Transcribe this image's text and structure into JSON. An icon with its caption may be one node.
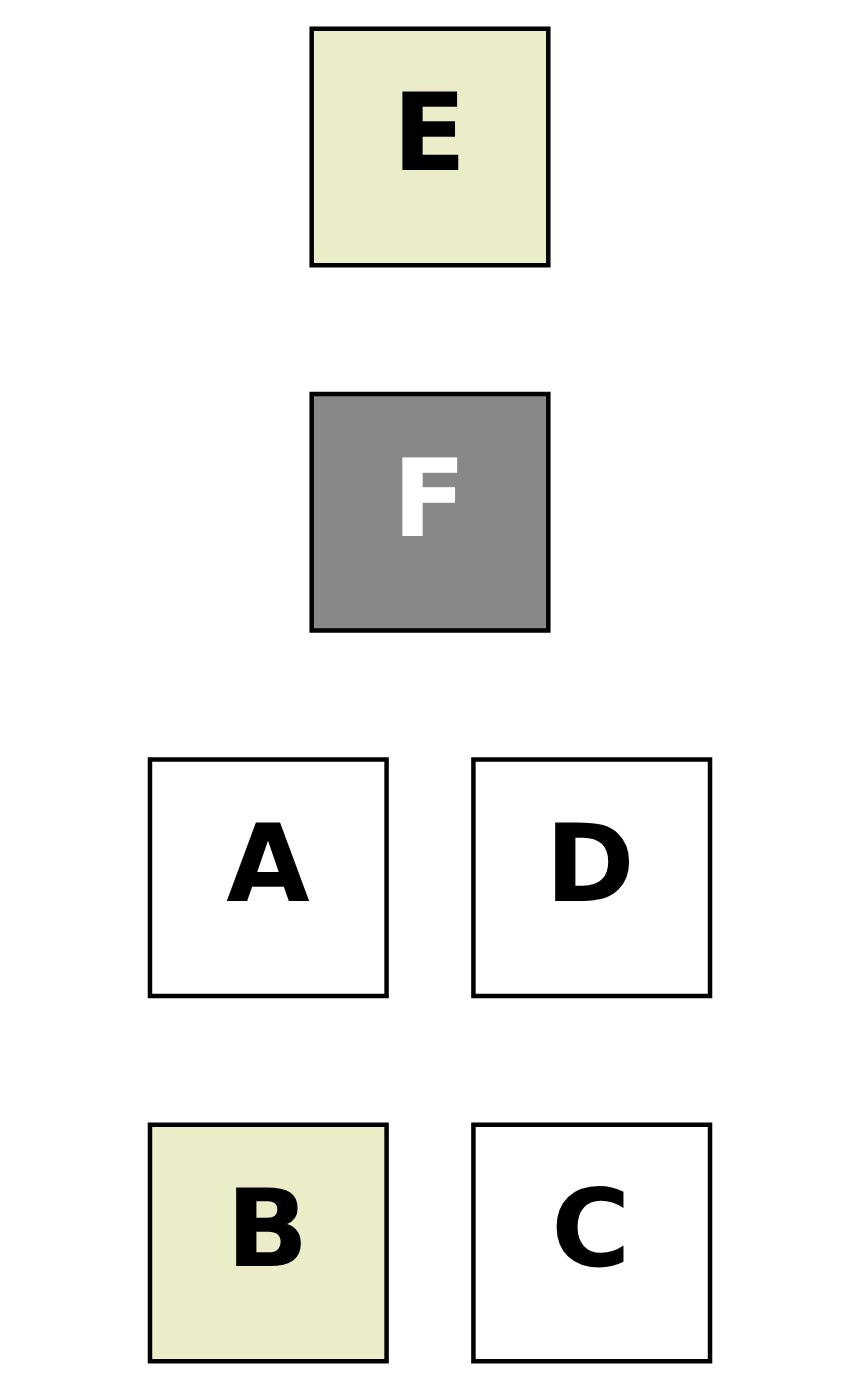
{
  "diagram": {
    "nodes": [
      {
        "text": [
          "E"
        ]
      },
      {
        "text": [
          "F"
        ]
      },
      {
        "text": [
          "A"
        ]
      },
      {
        "text": [
          "D"
        ]
      },
      {
        "text": [
          "B"
        ]
      },
      {
        "text": [
          "C"
        ]
      }
    ]
  }
}
